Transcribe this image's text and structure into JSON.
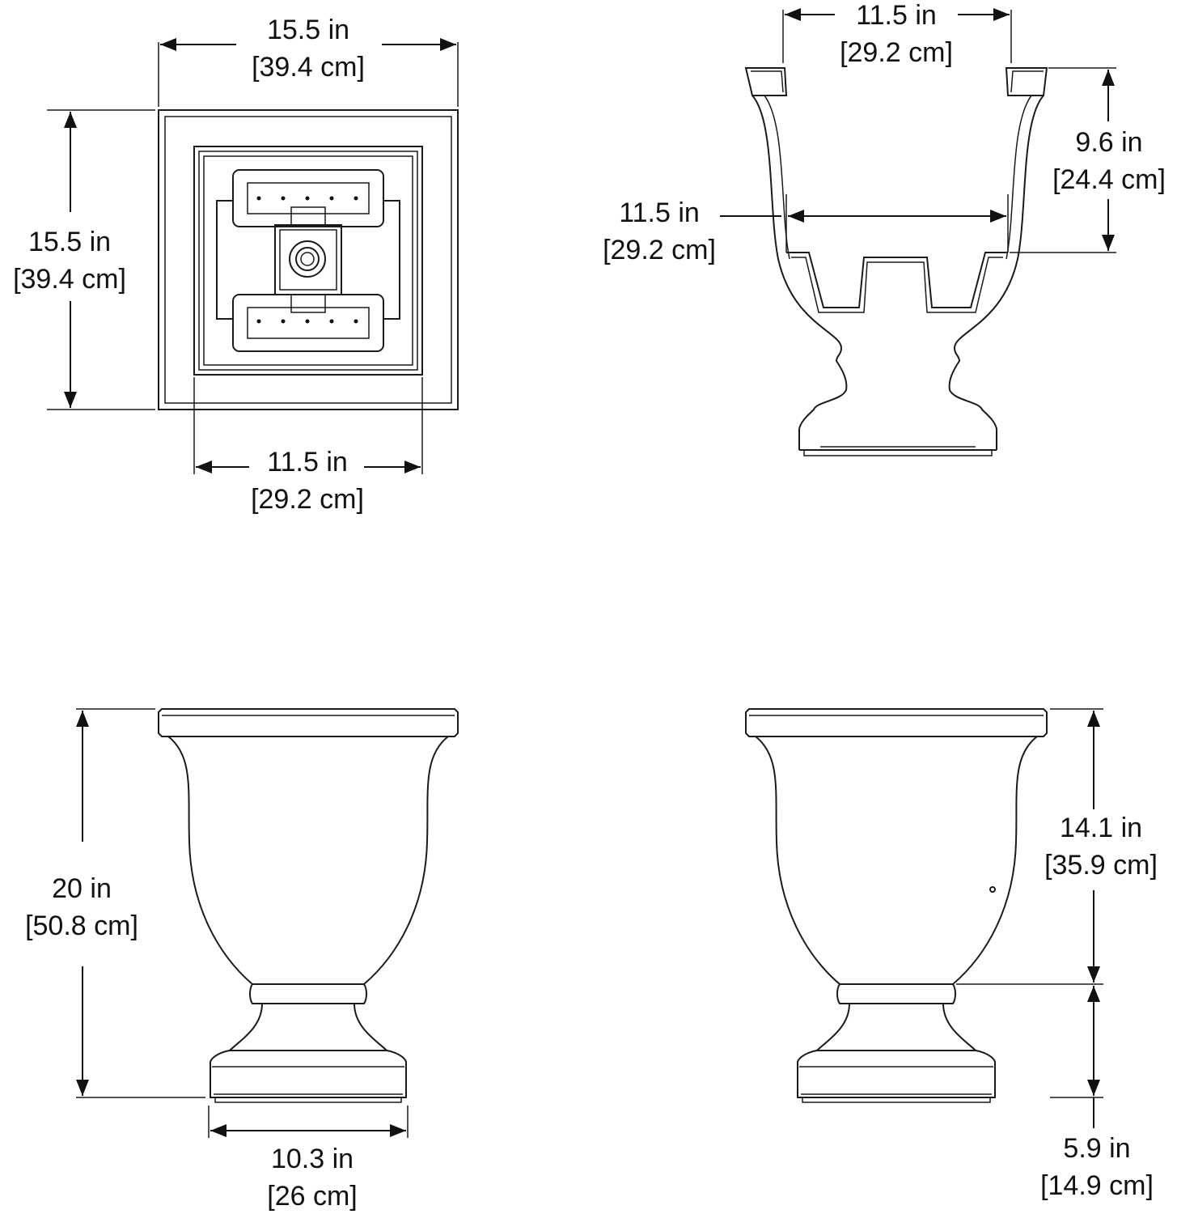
{
  "views": {
    "top": {
      "width_in": "15.5 in",
      "width_cm": "[39.4 cm]",
      "depth_in": "15.5 in",
      "depth_cm": "[39.4 cm]",
      "inner_in": "11.5 in",
      "inner_cm": "[29.2 cm]"
    },
    "section": {
      "top_in": "11.5 in",
      "top_cm": "[29.2 cm]",
      "insert_in": "11.5 in",
      "insert_cm": "[29.2 cm]",
      "depth_in": "9.6 in",
      "depth_cm": "[24.4 cm]"
    },
    "front": {
      "height_in": "20 in",
      "height_cm": "[50.8 cm]",
      "base_in": "10.3 in",
      "base_cm": "[26 cm]"
    },
    "side": {
      "bowl_in": "14.1 in",
      "bowl_cm": "[35.9 cm]",
      "pedestal_in": "5.9 in",
      "pedestal_cm": "[14.9 cm]"
    }
  }
}
